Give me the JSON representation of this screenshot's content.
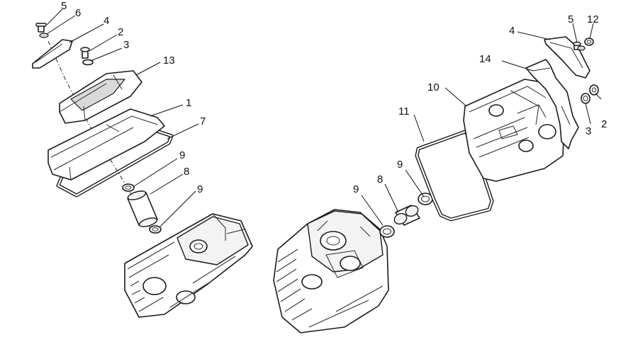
{
  "callouts_left": {
    "c5": "5",
    "c6": "6",
    "c4": "4",
    "c2": "2",
    "c3": "3",
    "c13": "13",
    "c1": "1",
    "c7": "7",
    "c9a": "9",
    "c8": "8",
    "c9b": "9"
  },
  "callouts_right": {
    "c4": "4",
    "c5": "5",
    "c12": "12",
    "c14": "14",
    "c10": "10",
    "c2": "2",
    "c3": "3",
    "c11": "11",
    "c9a": "9",
    "c8": "8",
    "c9b": "9"
  }
}
